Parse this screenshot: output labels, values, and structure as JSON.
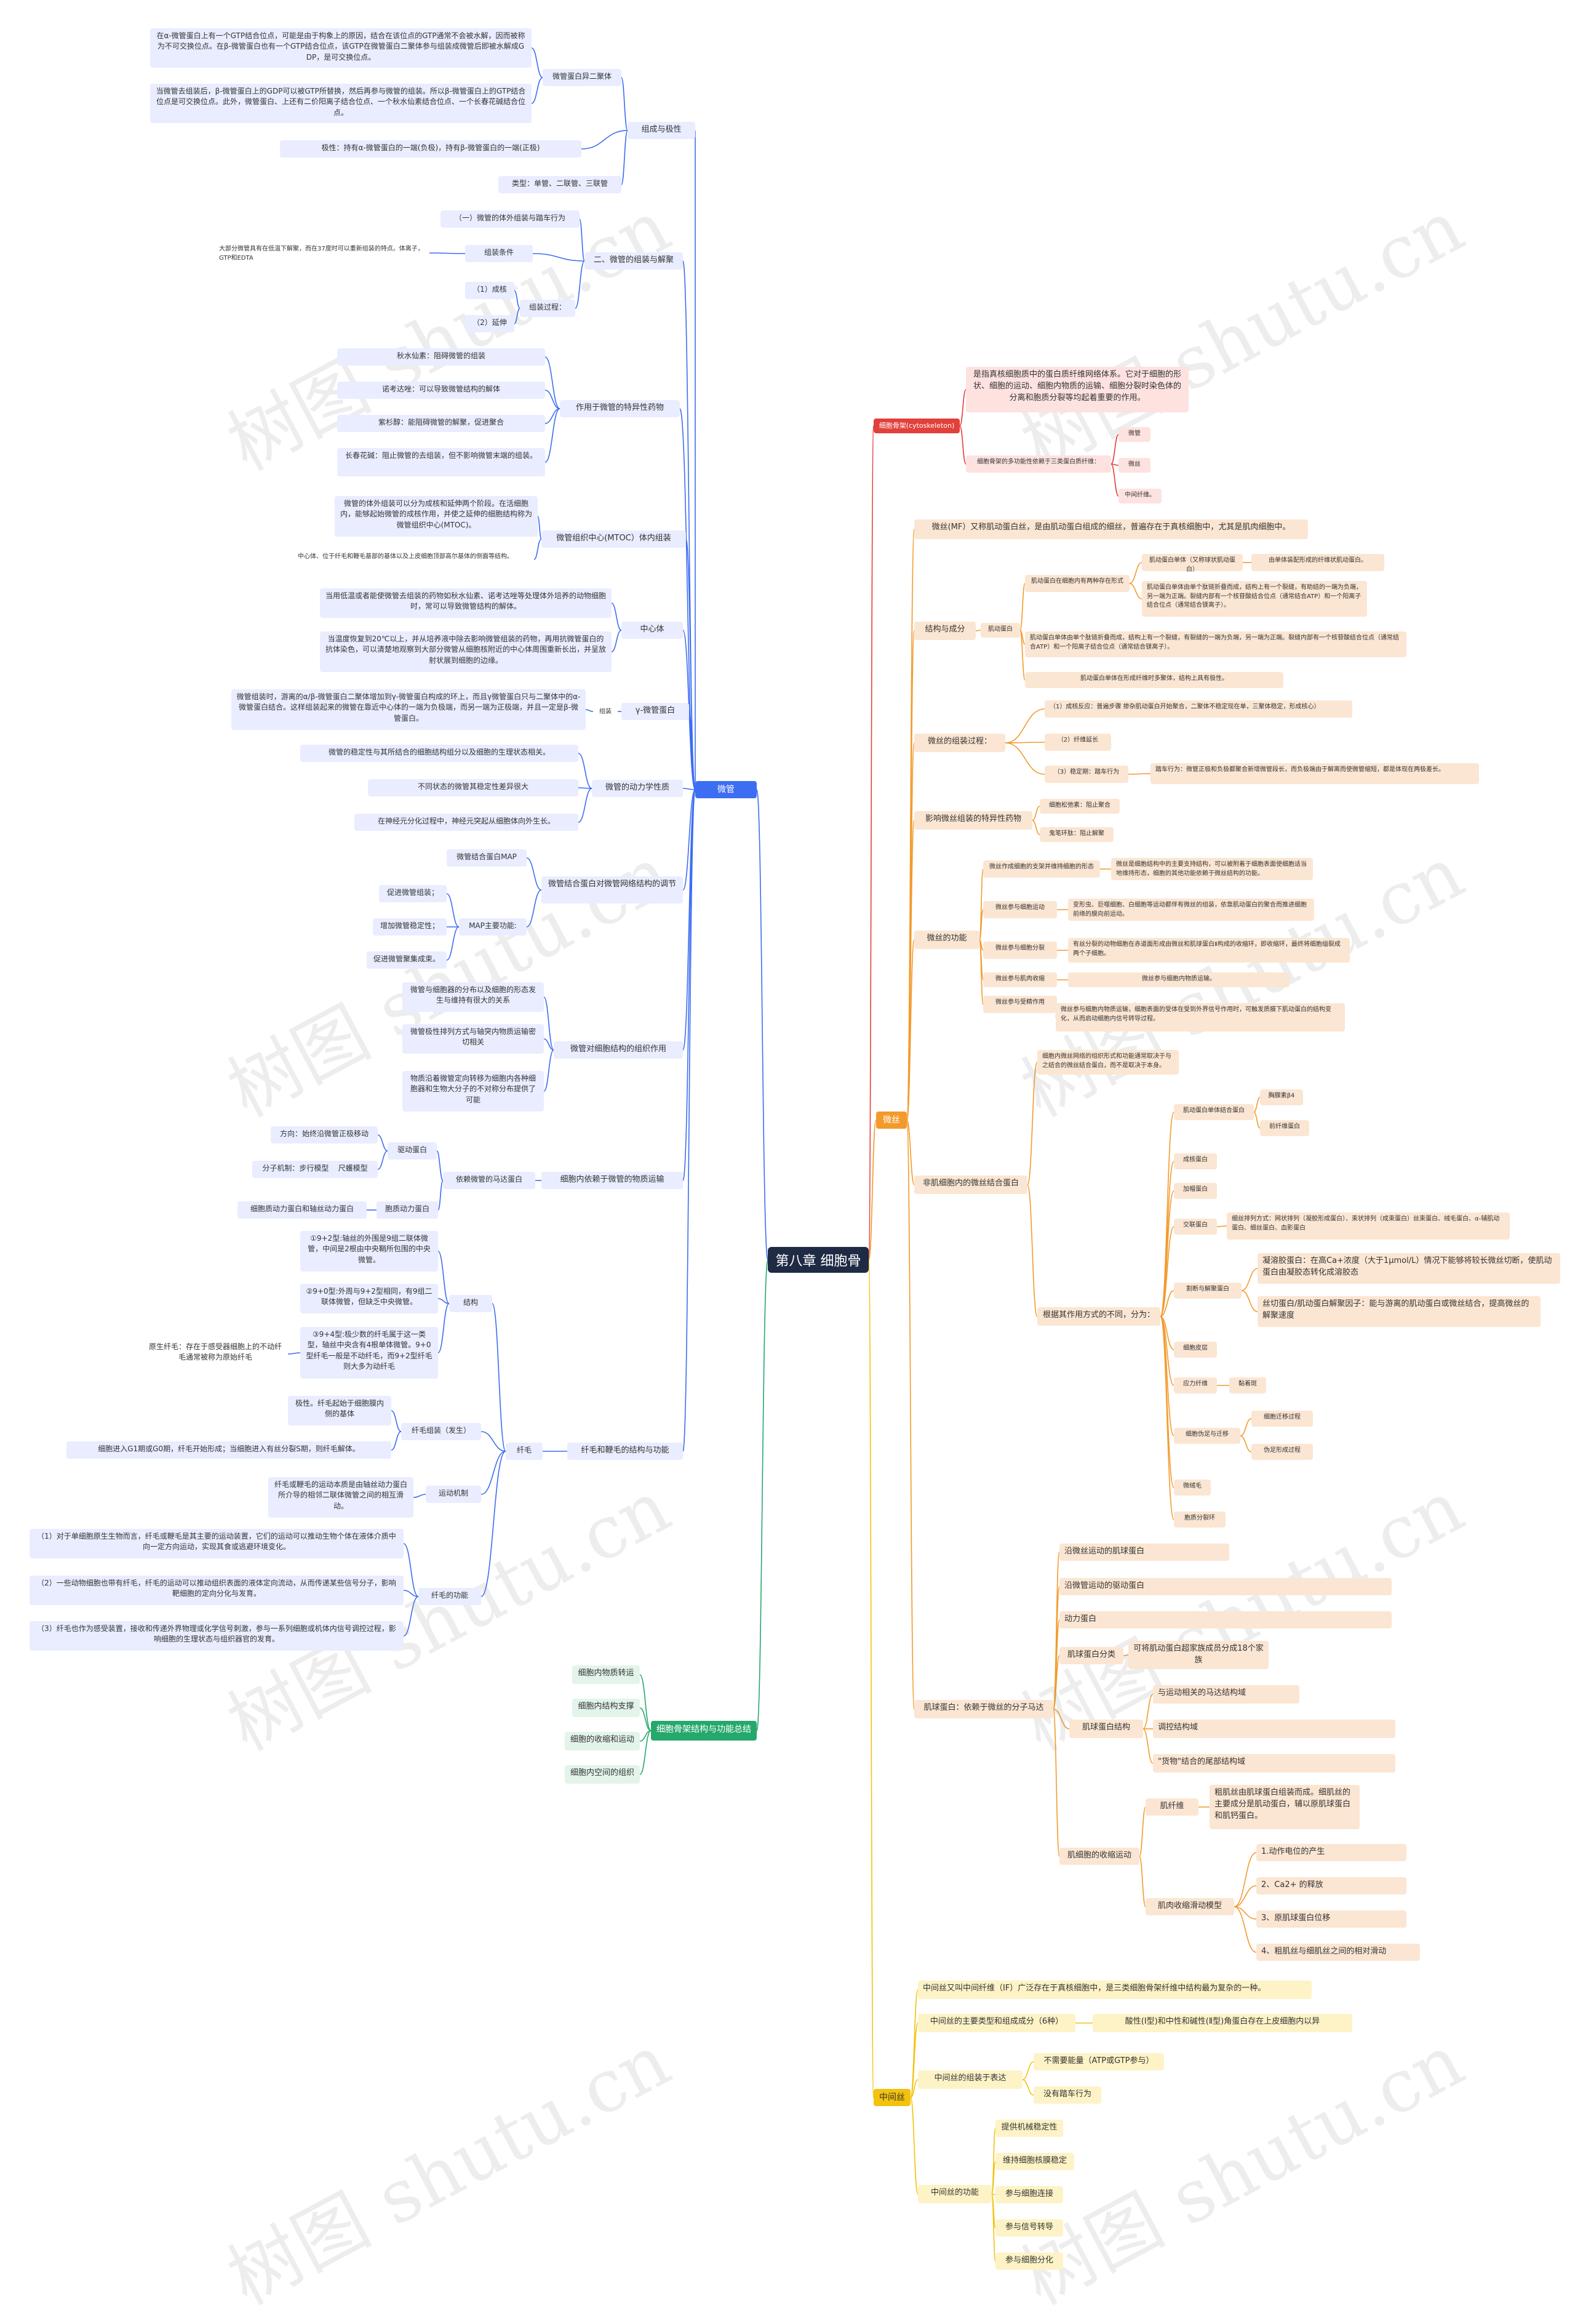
{
  "watermark": "树图 shutu.cn",
  "colors": {
    "micro": "#3d6df2",
    "cyto": "#e2403b",
    "actin": "#f39a2b",
    "ifil": "#f3c20d",
    "summary": "#25a86b",
    "root": "#1f2a44"
  },
  "root": "第八章 细胞骨架",
  "mt": {
    "title": "微管",
    "comp": {
      "title": "组成与极性",
      "dimer": {
        "title": "微管蛋白异二聚体",
        "a": "在α-微管蛋白上有一个GTP结合位点，可能是由于构象上的原因，结合在该位点的GTP通常不会被水解，因而被称为不可交换位点。在β-微管蛋白也有一个GTP结合位点，该GTP在微管蛋白二聚体参与组装成微管后即被水解成GDP，是可交换位点。",
        "b": "当微管去组装后，β-微管蛋白上的GDP可以被GTP所替换，然后再参与微管的组装。所以β-微管蛋白上的GTP结合位点是可交换位点。此外，微管蛋白、上还有二价阳离子结合位点、一个秋水仙素结合位点、一个长春花碱结合位点。"
      },
      "polarity": "极性：持有α-微管蛋白的一端(负极)，持有β-微管蛋白的一端(正极)",
      "types": "类型：单管、二联管、三联管"
    },
    "assembly": {
      "title": "二、微管的组装与解聚",
      "i1": "（一）微管的体外组装与踏车行为",
      "cond": "组装条件",
      "condNote": "大部分微管具有在低温下解聚，而在37度时可以重新组装的特点。体离子，GTP和EDTA",
      "proc": "组装过程：",
      "p1": "（1）成核",
      "p2": "（2）延伸"
    },
    "drugs": {
      "title": "作用于微管的特异性药物",
      "d1": "秋水仙素：阻碍微管的组装",
      "d2": "诺考达唑：可以导致微管结构的解体",
      "d3": "紫杉醇：能阻碍微管的解聚，促进聚合",
      "d4": "长春花碱：阻止微管的去组装，但不影响微管末端的组装。"
    },
    "mtoc": {
      "title": "微管组织中心(MTOC）体内组装",
      "a": "微管的体外组装可以分为成核和延伸两个阶段。在活细胞内，能够起始微管的成核作用，并使之延伸的细胞结构称为微管组织中心(MTOC)。",
      "b": "中心体、位于纤毛和鞭毛基部的基体以及上皮细胞顶部高尔基体的侧面等结构。"
    },
    "centro": {
      "title": "中心体",
      "a": "当用低温或者能使微管去组装的药物如秋水仙素、诺考达唑等处理体外培养的动物细胞时，常可以导致微管结构的解体。",
      "b": "当温度恢复到20℃以上，并从培养液中除去影响微管组装的药物，再用抗微管蛋白的抗体染色，可以清楚地观察到大部分微管从细胞核附近的中心体周围重新长出，并呈放射状展到细胞的边缘。"
    },
    "gamma": {
      "title": "γ-微管蛋白",
      "link": "组装",
      "a": "微管组装时，游离的α/β-微管蛋白二聚体增加到γ-微管蛋白构成的环上，而且γ微管蛋白只与二聚体中的α-微管蛋白结合。这样组装起来的微管在靠近中心体的一端为负极端，而另一端为正极端，并且一定是β-微管蛋白。"
    },
    "dyn": {
      "title": "微管的动力学性质",
      "a": "微管的稳定性与其所结合的细胞结构组分以及细胞的生理状态相关。",
      "b": "不同状态的微管其稳定性差异很大",
      "c": "在神经元分化过程中，神经元突起从细胞体向外生长。"
    },
    "map": {
      "title": "微管结合蛋白对微管网络结构的调节",
      "a": "微管结合蛋白MAP",
      "fn": "MAP主要功能:",
      "f1": "促进微管组装；",
      "f2": "增加微管稳定性；",
      "f3": "促进微管聚集成束。"
    },
    "org": {
      "title": "微管对细胞结构的组织作用",
      "a": "微管与细胞器的分布以及细胞的形态发生与维持有很大的关系",
      "b": "微管极性排列方式与轴突内物质运输密切相关",
      "c": "物质沿着微管定向转移为细胞内各种细胞器和生物大分子的不对称分布提供了可能"
    },
    "transport": {
      "title": "细胞内依赖于微管的物质运输",
      "motor": "依赖微管的马达蛋白",
      "kin": "驱动蛋白",
      "kdir": "方向：始终沿微管正极移动",
      "kmech": "分子机制：步行模型    尺蠖模型",
      "dyn": "胞质动力蛋白",
      "dynnote": "细胞质动力蛋白和轴丝动力蛋白"
    },
    "cilia": {
      "title": "纤毛和鞭毛的结构与功能",
      "label": "纤毛",
      "struct": "结构",
      "s1": "①9+2型:轴丝的外围是9组二联体微管，中间是2根由中央鞘所包围的中央微管。",
      "s2": "②9+0型:外周与9+2型相同，有9组二联体微管，但缺乏中央微管。",
      "s3": "③9+4型:极少数的纤毛属于这一类型，轴丝中央含有4根单体微管。9+0型纤毛一般是不动纤毛，而9+2型纤毛则大多为动纤毛",
      "s3n": "原生纤毛：存在于感受器细胞上的不动纤毛通常被称为原始纤毛",
      "asm": "纤毛组装（发生）",
      "asm1": "极性。纤毛起始于细胞膜内侧的基体",
      "asm2": "细胞进入G1期或G0期，纤毛开始形成；当细胞进入有丝分裂S期，则纤毛解体。",
      "mech": "运动机制",
      "mech1": "纤毛或鞭毛的运动本质是由轴丝动力蛋白所介导的相邻二联体微管之间的相互滑动。",
      "fn": "纤毛的功能",
      "fn1": "（1）对于单细胞原生生物而言，纤毛或鞭毛是其主要的运动装置，它们的运动可以推动生物个体在液体介质中向一定方向运动，实现其食或逃避环境变化。",
      "fn2": "（2）一些动物细胞也带有纤毛，纤毛的运动可以推动组织表面的液体定向流动，从而传递某些信号分子，影响靶细胞的定向分化与发育。",
      "fn3": "（3）纤毛也作为感受装置，接收和传递外界物理或化学信号刺激，参与一系列细胞或机体内信号调控过程，影响细胞的生理状态与组织器官的发育。"
    }
  },
  "summary": {
    "title": "细胞骨架结构与功能总结",
    "items": [
      "细胞内物质转运",
      "细胞内结构支撑",
      "细胞的收缩和运动",
      "细胞内空间的组织"
    ]
  },
  "cyto": {
    "title": "细胞骨架(cytoskeleton)",
    "def": "是指真核细胞质中的蛋白质纤维网络体系。它对于细胞的形状、细胞的运动、细胞内物质的运输、细胞分裂时染色体的分离和胞质分裂等均起着重要的作用。",
    "cat": "细胞骨架的多功能性依赖于三类蛋白质纤维：",
    "c1": "微管",
    "c2": "微丝",
    "c3": "中间纤维。"
  },
  "mf": {
    "title": "微丝",
    "intro": "微丝(MF）又称肌动蛋白丝，是由肌动蛋白组成的细丝，普遍存在于真核细胞中，尤其是肌肉细胞中。",
    "sc": {
      "title": "结构与成分",
      "actin": "肌动蛋白",
      "forms": "肌动蛋白在细胞内有两种存在形式",
      "g": "肌动蛋白单体（又称球状肌动蛋白）",
      "gd": "由单体装配形成的纤维状肌动蛋白。",
      "f": "肌动蛋白单体由单个肽链折叠而成，结构上有一个裂缝，有助结的一端为负端，另一端为正端。裂缝内部有一个核苷酸结合位点（通常结合ATP）和一个阳离子结合位点（通常结合镁离子）。",
      "mono": "肌动蛋白单体由单个肽链折叠而成，结构上有一个裂缝，有裂缝的一端为负端，另一端为正端。裂缝内部有一个核苷酸结合位点（通常结合ATP）和一个阳离子结合位点（通常结合镁离子）。",
      "iso": "肌动蛋白单体在形成纤维时多聚体，结构上具有极性。"
    },
    "asm": {
      "title": "微丝的组装过程：",
      "s1": "（1）成核反应：普遍步骤 掺杂肌动蛋白开始聚合，二聚体不稳定现在单，三聚体稳定，形成核心）",
      "s2": "（2）纤维延长",
      "s3": "（3）稳定期：踏车行为",
      "s3n": "踏车行为：微管正极和负极都聚合新增微管段长，而负极端由于解离而使微管缩短，都是体现在两极差长。"
    },
    "drug": {
      "title": "影响微丝组装的特异性药物",
      "a": "细胞松弛素：阻止聚合",
      "b": "鬼笔环肽：阻止解聚"
    },
    "fn": {
      "title": "微丝的功能",
      "a": "微丝作成细胞的支架并维持细胞的形态",
      "an": "微丝是细胞结构中的主要支持结构，可以被附着于细胞表面使细胞适当地维持形态，细胞的其他功能依赖于微丝结构的功能。",
      "b": "微丝参与细胞运动",
      "bn": "变形虫、巨噬细胞、白细胞等运动都伴有微丝的组装，依靠肌动蛋白的聚合而推进细胞前缘的膜向前运动。",
      "c": "微丝参与细胞分裂",
      "cn": "有丝分裂的动物细胞在赤道面形成由微丝和肌球蛋白Ⅱ构成的收缩环，即收缩环，最终将细胞缢裂成两个子细胞。",
      "d": "微丝参与肌肉收缩",
      "dn": "微丝参与细胞内物质运输，细胞表面的受体在受到外界信号作用时，可触发质膜下肌动蛋白的结构变化，从而启动细胞内信号转导过程。",
      "e": "微丝参与受精作用",
      "en": "微丝参与细胞内物质运输。"
    },
    "nonmuscle": {
      "title": "非肌细胞内的微丝结合蛋白",
      "intro": "细胞内微丝网络的组织形式和功能通常取决于与之结合的微丝结合蛋白，而不是取决于本身。",
      "types": "根据其作用方式的不同，分为：",
      "b1": "肌动蛋白单体结合蛋白",
      "b1a": "胸腺素β4",
      "b1b": "前纤维蛋白",
      "nuc": "成核蛋白",
      "cap": "加帽蛋白",
      "cross": "交联蛋白",
      "crossn": "细丝排列方式：网状排列（凝胶形成蛋白）、束状排列（成束蛋白）丝束蛋白、绒毛蛋白、α-辅肌动蛋白、细丝蛋白、血影蛋白",
      "sev": "割断与解聚蛋白",
      "sev1": "凝溶胶蛋白：在高Ca+浓度（大于1μmol/L）情况下能够将较长微丝切断，使肌动蛋白由凝胶态转化成溶胶态",
      "sev2": "丝切蛋白/肌动蛋白解聚因子：能与游离的肌动蛋白或微丝结合，提高微丝的解聚速度",
      "cortex": "细胞皮层",
      "stress": "应力纤维",
      "stressn": "黏着斑",
      "lamel": "细胞伪足与迁移",
      "lam1": "细胞迁移过程",
      "lam2": "伪足形成过程",
      "microv": "微绒毛",
      "cytok": "胞质分裂环"
    },
    "myosin": {
      "title": "肌球蛋白：依赖于微丝的分子马达",
      "a": "沿微丝运动的肌球蛋白",
      "b": "沿微管运动的驱动蛋白",
      "c": "动力蛋白",
      "cls": "肌球蛋白分类",
      "clsn": "可将肌动蛋白超家族成员分成18个家族",
      "struct": "肌球蛋白结构",
      "s1": "与运动相关的马达结构域",
      "s2": "调控结构域",
      "s3": "\"货物\"结合的尾部结构域",
      "muscle": "肌细胞的收缩运动",
      "fil": "肌纤维",
      "filn": "粗肌丝由肌球蛋白组装而成。细肌丝的主要成分是肌动蛋白，辅以原肌球蛋白和肌钙蛋白。",
      "model": "肌肉收缩滑动模型",
      "m1": "1.动作电位的产生",
      "m2": "2、Ca2+ 的释放",
      "m3": "3、原肌球蛋白位移",
      "m4": "4、粗肌丝与细肌丝之间的相对滑动"
    }
  },
  "if": {
    "title": "中间丝",
    "a": "中间丝又叫中间纤维（IF）广泛存在于真核细胞中，是三类细胞骨架纤维中结构最为复杂的一种。",
    "types": "中间丝的主要类型和组成成分（6种）",
    "typesn": "酸性(Ⅰ型)和中性和碱性(Ⅱ型)角蛋白存在上皮细胞内以异",
    "asm": "中间丝的组装于表达",
    "asm1": "不需要能量（ATP或GTP参与）",
    "asm2": "没有踏车行为",
    "fn": "中间丝的功能",
    "f1": "提供机械稳定性",
    "f2": "维持细胞核膜稳定",
    "f3": "参与细胞连接",
    "f4": "参与信号转导",
    "f5": "参与细胞分化"
  }
}
